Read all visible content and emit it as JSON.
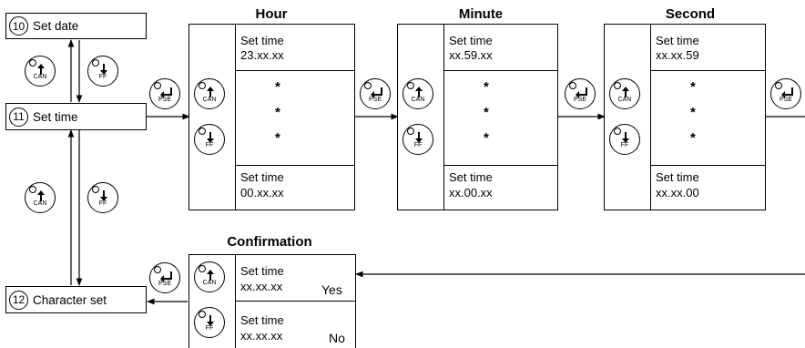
{
  "menu": {
    "set_date": {
      "number": "10",
      "label": "Set date"
    },
    "set_time": {
      "number": "11",
      "label": "Set time"
    },
    "character_set": {
      "number": "12",
      "label": "Character set"
    }
  },
  "buttons": {
    "can": "CAN",
    "ff": "FF",
    "pse": "PSE"
  },
  "hour": {
    "title": "Hour",
    "top_label": "Set time",
    "top_value": "23.xx.xx",
    "bottom_label": "Set time",
    "bottom_value": "00.xx.xx"
  },
  "minute": {
    "title": "Minute",
    "top_label": "Set time",
    "top_value": "xx.59.xx",
    "bottom_label": "Set time",
    "bottom_value": "xx.00.xx"
  },
  "second": {
    "title": "Second",
    "top_label": "Set time",
    "top_value": "xx.xx.59",
    "bottom_label": "Set time",
    "bottom_value": "xx.xx.00"
  },
  "ellipsis": "*",
  "confirmation": {
    "title": "Confirmation",
    "yes": {
      "label": "Set time",
      "value": "xx.xx.xx",
      "answer": "Yes"
    },
    "no": {
      "label": "Set time",
      "value": "xx.xx.xx",
      "answer": "No"
    }
  }
}
